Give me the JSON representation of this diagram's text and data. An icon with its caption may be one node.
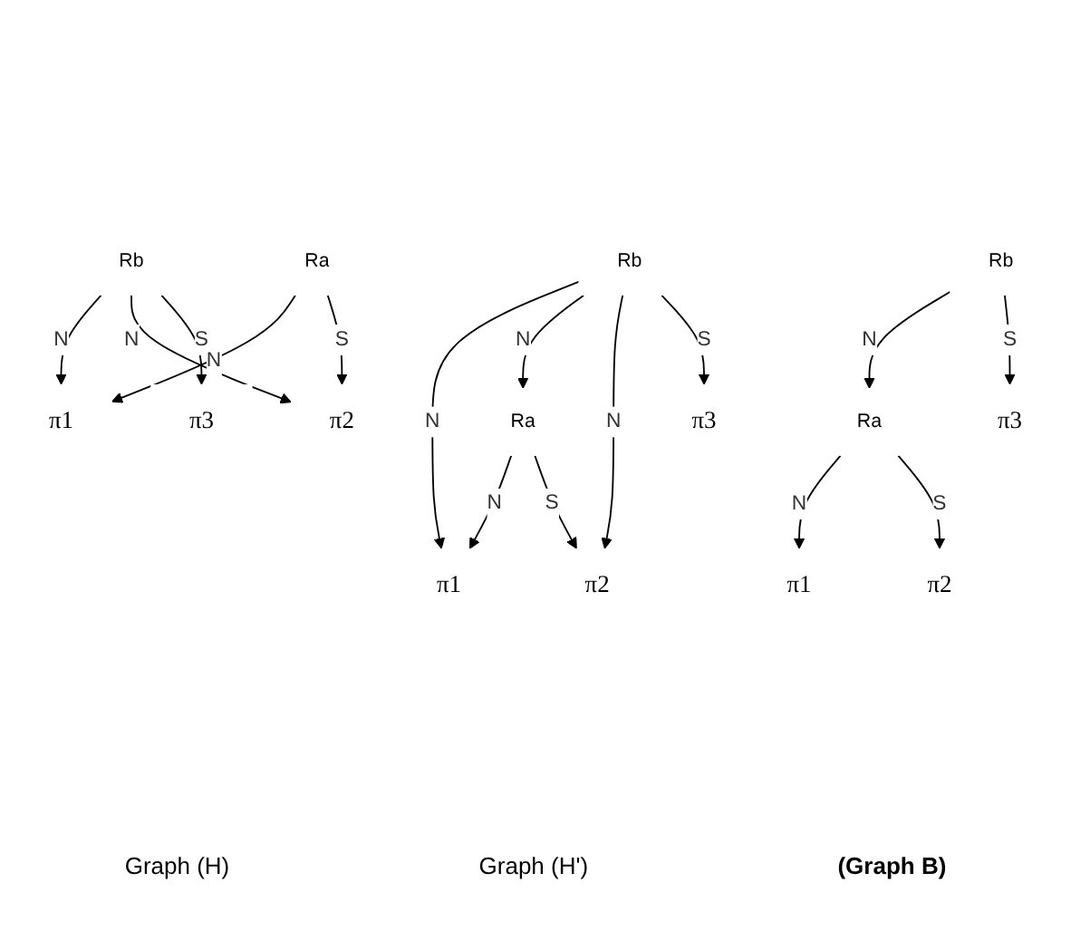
{
  "diagram": {
    "nodes": [
      {
        "text": [
          "Rb"
        ]
      },
      {
        "text": [
          "Ra"
        ]
      },
      {
        "text": [
          "π1"
        ]
      },
      {
        "text": [
          "π2"
        ]
      },
      {
        "text": [
          "π3"
        ]
      },
      {
        "text": [
          "Rb"
        ]
      },
      {
        "text": [
          "Ra"
        ]
      },
      {
        "text": [
          "π1"
        ]
      },
      {
        "text": [
          "π2"
        ]
      },
      {
        "text": [
          "π3"
        ]
      },
      {
        "text": [
          "Rb"
        ]
      },
      {
        "text": [
          "Ra"
        ]
      },
      {
        "text": [
          "π1"
        ]
      },
      {
        "text": [
          "π2"
        ]
      },
      {
        "text": [
          "π3"
        ]
      }
    ],
    "edges": [
      {
        "from": 0,
        "to": 2,
        "arrow": "to",
        "label": "N"
      },
      {
        "from": 0,
        "to": 3,
        "arrow": "to",
        "label": "N"
      },
      {
        "from": 0,
        "to": 4,
        "arrow": "to",
        "label": "S"
      },
      {
        "from": 1,
        "to": 2,
        "arrow": "to",
        "label": "N"
      },
      {
        "from": 1,
        "to": 3,
        "arrow": "to",
        "label": "S"
      },
      {
        "from": 5,
        "to": 7,
        "arrow": "to",
        "label": "N"
      },
      {
        "from": 5,
        "to": 6,
        "arrow": "to",
        "label": "N"
      },
      {
        "from": 5,
        "to": 8,
        "arrow": "to",
        "label": "N"
      },
      {
        "from": 5,
        "to": 9,
        "arrow": "to",
        "label": "S"
      },
      {
        "from": 6,
        "to": 7,
        "arrow": "to",
        "label": "N"
      },
      {
        "from": 6,
        "to": 8,
        "arrow": "to",
        "label": "S"
      },
      {
        "from": 10,
        "to": 11,
        "arrow": "to",
        "label": "N"
      },
      {
        "from": 10,
        "to": 14,
        "arrow": "to",
        "label": "S"
      },
      {
        "from": 11,
        "to": 12,
        "arrow": "to",
        "label": "N"
      },
      {
        "from": 11,
        "to": 13,
        "arrow": "to",
        "label": "S"
      }
    ],
    "labels": [
      "Graph (H)",
      "Graph (H')",
      "(Graph B)"
    ]
  }
}
